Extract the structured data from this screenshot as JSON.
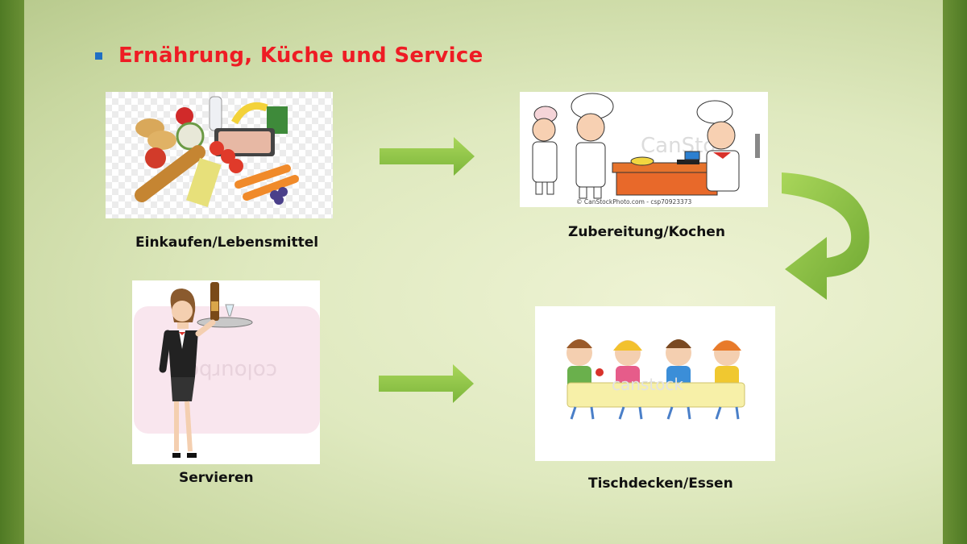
{
  "slide": {
    "title": "Ernährung, Küche und Service",
    "colors": {
      "accent_red": "#ee1c24",
      "bullet_blue": "#1f6fc4",
      "arrow_green": "#8cc63f"
    }
  },
  "steps": [
    {
      "caption": "Einkaufen/Lebensmittel",
      "icon": "groceries-illustration"
    },
    {
      "caption": "Zubereitung/Kochen",
      "icon": "chefs-cooking-illustration",
      "credit": "© CanStockPhoto.com - csp70923373",
      "watermark": "CanSto"
    },
    {
      "caption": "Servieren",
      "icon": "waitress-illustration",
      "watermark": "colourbox"
    },
    {
      "caption": "Tischdecken/Essen",
      "icon": "children-eating-illustration",
      "watermark": "canstock"
    }
  ]
}
